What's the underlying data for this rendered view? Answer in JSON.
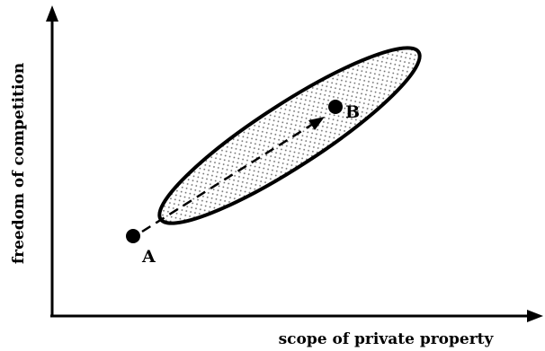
{
  "axes": {
    "x_label": "scope of private property",
    "y_label": "freedom of competition"
  },
  "points": {
    "a_label": "A",
    "b_label": "B"
  },
  "colors": {
    "ink": "#000000",
    "background": "#ffffff",
    "stipple": "#666666"
  }
}
